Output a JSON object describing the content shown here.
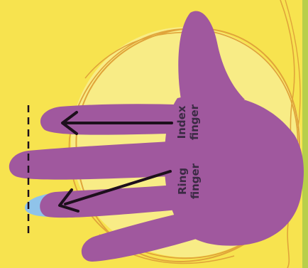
{
  "diagram": {
    "labels": {
      "index": [
        "Index",
        "finger"
      ],
      "ring": [
        "Ring",
        "finger"
      ]
    },
    "colors": {
      "background": "#f7e34f",
      "circle": "#f8ec86",
      "circle_outline": "#e0a43a",
      "hand": "#a0589e",
      "ring_finger_highlight": "#8fc3ea",
      "arrow": "#1d0f1c",
      "reference_line": "#1d0f1c",
      "right_edge": "#b8cf4a"
    }
  }
}
